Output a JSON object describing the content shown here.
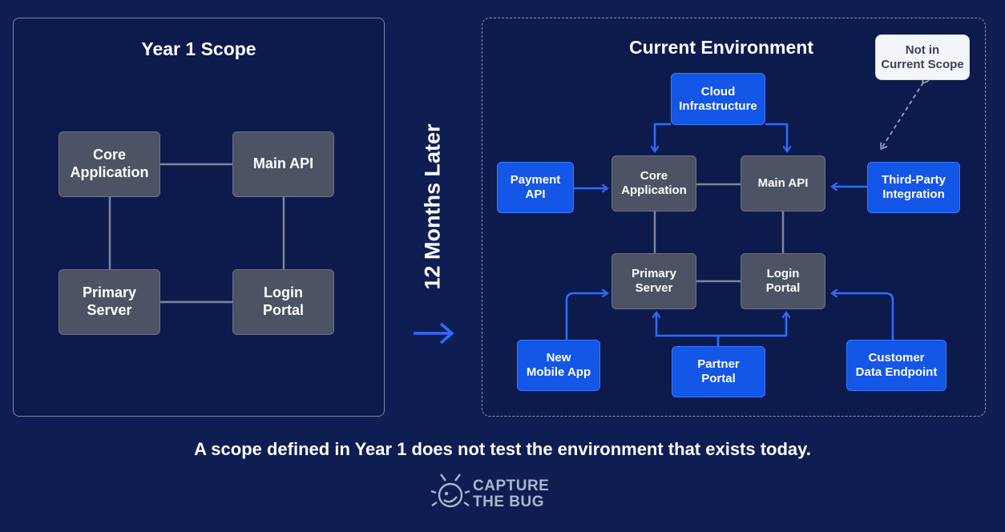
{
  "left_panel": {
    "title": "Year 1 Scope",
    "nodes": {
      "core_app": "Core\nApplication",
      "main_api": "Main API",
      "primary_server": "Primary\nServer",
      "login_portal": "Login\nPortal"
    }
  },
  "transition": {
    "label": "12 Months Later"
  },
  "right_panel": {
    "title": "Current Environment",
    "out_of_scope": "Not in\nCurrent Scope",
    "nodes": {
      "cloud": "Cloud\nInfrastructure",
      "payment_api": "Payment\nAPI",
      "core_app": "Core\nApplication",
      "main_api": "Main API",
      "third_party": "Third-Party\nIntegration",
      "primary_server": "Primary\nServer",
      "login_portal": "Login\nPortal",
      "mobile_app": "New\nMobile App",
      "partner_portal": "Partner\nPortal",
      "customer_endpoint": "Customer\nData Endpoint"
    }
  },
  "caption": "A scope defined in Year 1 does not test the environment that exists today.",
  "logo": {
    "line1": "CAPTURE",
    "line2": "THE BUG"
  },
  "colors": {
    "background": "#0e1d52",
    "blue": "#1456e6",
    "gray": "#4c5365",
    "wire_gray": "#7f8597",
    "wire_blue": "#2f6bff"
  }
}
